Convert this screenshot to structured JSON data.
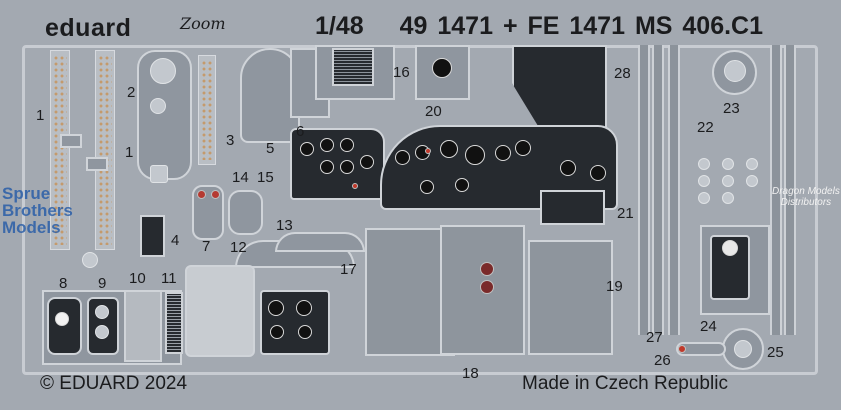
{
  "brand": {
    "name": "eduard",
    "sub_brand": "Zoom"
  },
  "header": {
    "scale": "1/48",
    "product_code": "49 1471 + FE 1471 MS 406.C1"
  },
  "footer": {
    "copyright": "© EDUARD 2024",
    "origin": "Made in Czech Republic"
  },
  "watermarks": {
    "left": [
      "Sprue",
      "Brothers",
      "Models"
    ],
    "right": [
      "Dragon Models",
      "Distributors"
    ]
  },
  "part_numbers": {
    "p1a": "1",
    "p1b": "1",
    "p2": "2",
    "p3": "3",
    "p4": "4",
    "p5": "5",
    "p6": "6",
    "p7": "7",
    "p8": "8",
    "p9": "9",
    "p10": "10",
    "p11": "11",
    "p12": "12",
    "p13": "13",
    "p14": "14",
    "p15": "15",
    "p16": "16",
    "p17": "17",
    "p18": "18",
    "p19": "19",
    "p20": "20",
    "p21": "21",
    "p22": "22",
    "p23": "23",
    "p24": "24",
    "p25": "25",
    "p26": "26",
    "p27": "27",
    "p28": "28"
  },
  "colors": {
    "fret": "#a3a9b1",
    "panel": "#262a2f",
    "accent_red": "#c0392b",
    "strap_dots": "#c49a6c"
  }
}
